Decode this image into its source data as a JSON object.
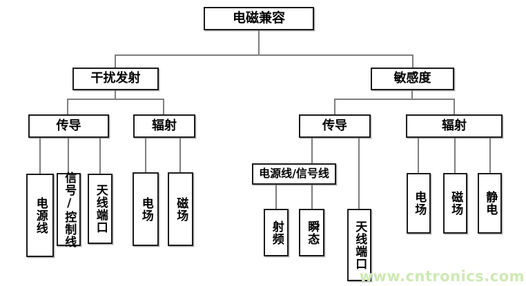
{
  "diagram_type": "tree",
  "tree": {
    "label": "电磁兼容",
    "children": [
      {
        "label": "干扰发射",
        "children": [
          {
            "label": "传导",
            "children": [
              {
                "label": "电源线"
              },
              {
                "label": "信号/控制线"
              },
              {
                "label": "天线端口"
              }
            ]
          },
          {
            "label": "辐射",
            "children": [
              {
                "label": "电场"
              },
              {
                "label": "磁场"
              }
            ]
          }
        ]
      },
      {
        "label": "敏感度",
        "children": [
          {
            "label": "传导",
            "children": [
              {
                "label": "电源线/信号线",
                "children": [
                  {
                    "label": "射频"
                  },
                  {
                    "label": "瞬态"
                  }
                ]
              },
              {
                "label": "天线端口"
              }
            ]
          },
          {
            "label": "辐射",
            "children": [
              {
                "label": "电场"
              },
              {
                "label": "磁场"
              },
              {
                "label": "静电"
              }
            ]
          }
        ]
      }
    ]
  },
  "watermark": {
    "text": "www.cntronics.com"
  },
  "colors": {
    "box_border": "#1a1a1a",
    "connector": "#7d7d7d",
    "watermark_text": "#cde9b2",
    "background": "#ffffff"
  }
}
